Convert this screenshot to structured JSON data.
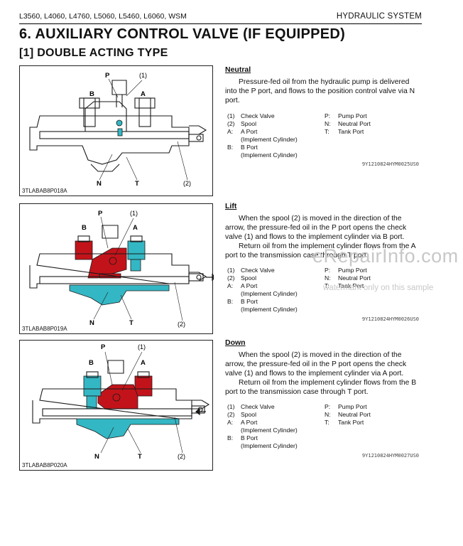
{
  "header": {
    "models": "L3560, L4060, L4760, L5060, L5460, L6060, WSM",
    "section": "HYDRAULIC SYSTEM"
  },
  "title": "6.  AUXILIARY CONTROL VALVE (IF EQUIPPED)",
  "subtitle": "[1]  DOUBLE ACTING TYPE",
  "figure_labels": {
    "p": "P",
    "a": "A",
    "b": "B",
    "n": "N",
    "t": "T",
    "c1": "(1)",
    "c2": "(2)"
  },
  "colors": {
    "pressure": "#c3131a",
    "return": "#34b7c4",
    "ink": "#1a1a1a"
  },
  "panels": [
    {
      "heading": "Neutral",
      "para1": "Pressure-fed oil from the hydraulic pump is delivered into the P port, and flows to the position control valve via N port.",
      "para2": "",
      "figure_code": "3TLABAB8P018A",
      "ref": "9Y1210824HYM0025US0"
    },
    {
      "heading": "Lift",
      "para1": "When the spool (2) is moved in the direction of the arrow, the pressure-fed oil in the P port opens the check valve (1) and flows to the implement cylinder via B port.",
      "para2": "Return oil from the implement cylinder flows from the A port to the transmission case through T port.",
      "figure_code": "3TLABAB8P019A",
      "ref": "9Y1210824HYM0026US0"
    },
    {
      "heading": "Down",
      "para1": "When the spool (2) is moved in the direction of the arrow, the pressure-fed oil in the P port opens the check valve (1) and flows to the implement cylinder via A port.",
      "para2": "Return oil from the implement cylinder flows from the B port to the transmission case through T port.",
      "figure_code": "3TLABAB8P020A",
      "ref": "9Y1210824HYM0027US0"
    }
  ],
  "legend": {
    "left": [
      {
        "k": "(1)",
        "v": "Check Valve"
      },
      {
        "k": "(2)",
        "v": "Spool"
      },
      {
        "k": "A:",
        "v": "A Port"
      },
      {
        "k": "",
        "v": "(Implement Cylinder)"
      },
      {
        "k": "B:",
        "v": "B Port"
      },
      {
        "k": "",
        "v": "(Implement Cylinder)"
      }
    ],
    "right": [
      {
        "k": "P:",
        "v": "Pump Port"
      },
      {
        "k": "N:",
        "v": "Neutral Port"
      },
      {
        "k": "T:",
        "v": "Tank Port"
      }
    ]
  },
  "watermark": {
    "site": "eRepairInfo.com",
    "note": "watermark only on this sample"
  }
}
